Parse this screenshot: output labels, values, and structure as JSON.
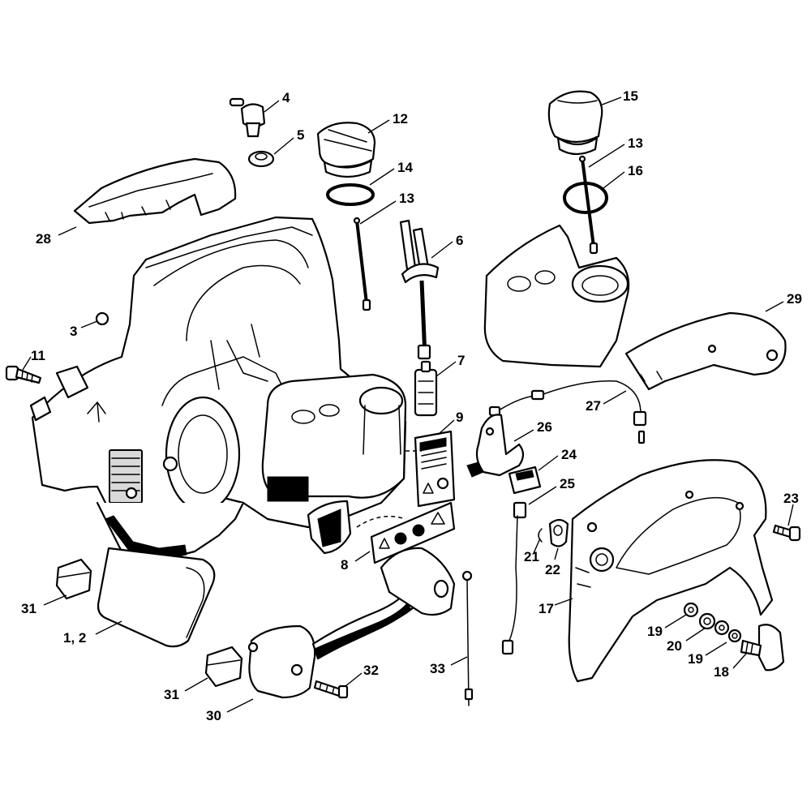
{
  "callouts": {
    "c4": "4",
    "c5": "5",
    "c12": "12",
    "c14": "14",
    "c13a": "13",
    "c15": "15",
    "c13b": "13",
    "c16": "16",
    "c6": "6",
    "c28": "28",
    "c3": "3",
    "c29": "29",
    "c11": "11",
    "c7": "7",
    "c9": "9",
    "c27": "27",
    "c26": "26",
    "c24": "24",
    "c25": "25",
    "c23": "23",
    "c8": "8",
    "c21": "21",
    "c22": "22",
    "c17": "17",
    "c31a": "31",
    "c12_sub": "1, 2",
    "c19a": "19",
    "c20": "20",
    "c19b": "19",
    "c18": "18",
    "c32": "32",
    "c33": "33",
    "c31b": "31",
    "c30": "30"
  }
}
